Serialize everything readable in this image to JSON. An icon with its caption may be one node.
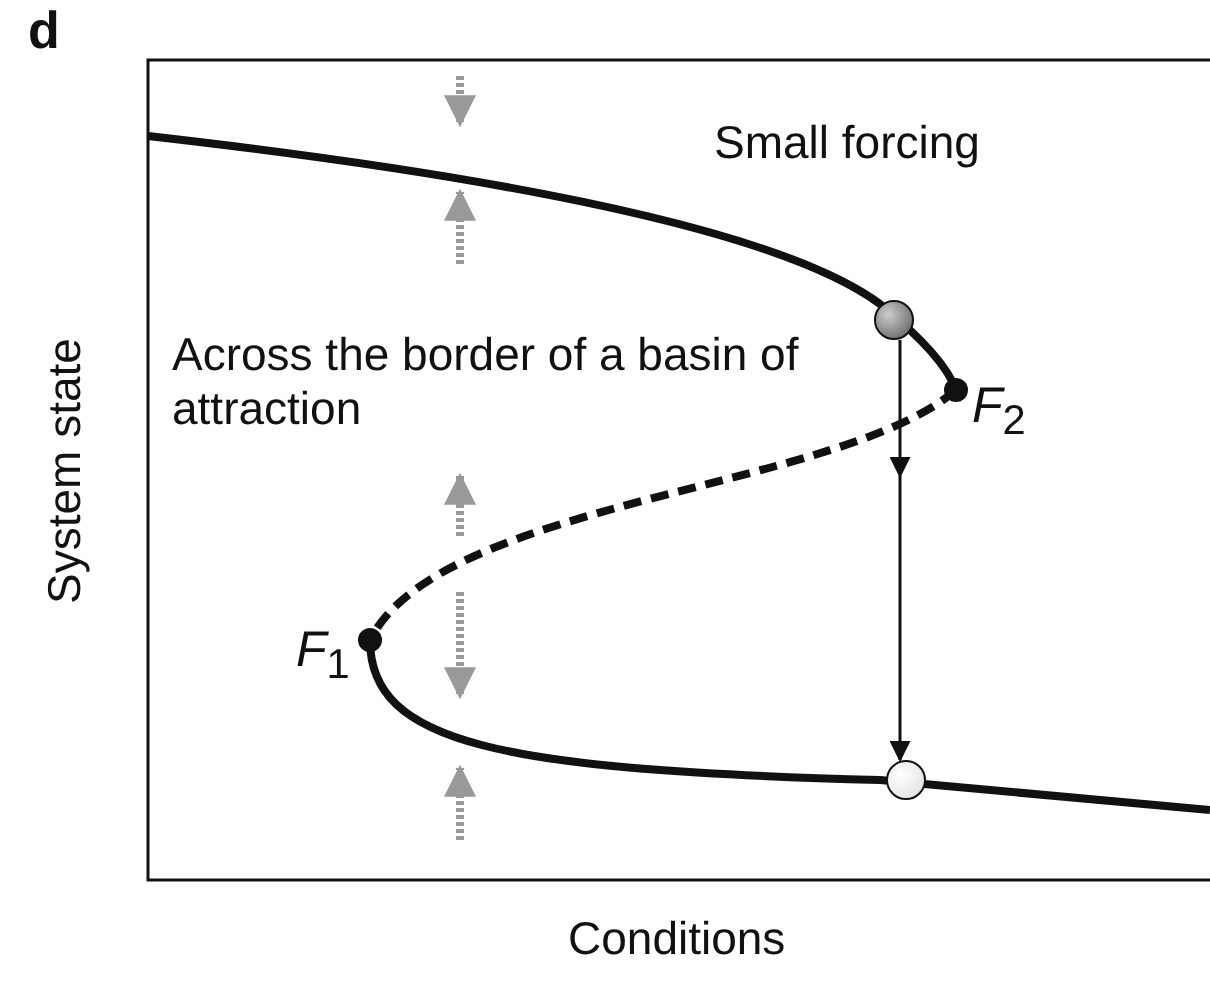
{
  "diagram": {
    "nodes": [
      {
        "text": [],
        "shape": "circle"
      },
      {
        "text": [],
        "shape": "circle"
      }
    ],
    "edges": [
      {
        "from": 0,
        "to": 1,
        "arrow": "to"
      }
    ],
    "labels": [
      "d",
      "Small forcing",
      "Across the border of a basin of attraction",
      "*F*$_{2}$",
      "*F*$_{1}$",
      "System state",
      "Conditions"
    ]
  }
}
